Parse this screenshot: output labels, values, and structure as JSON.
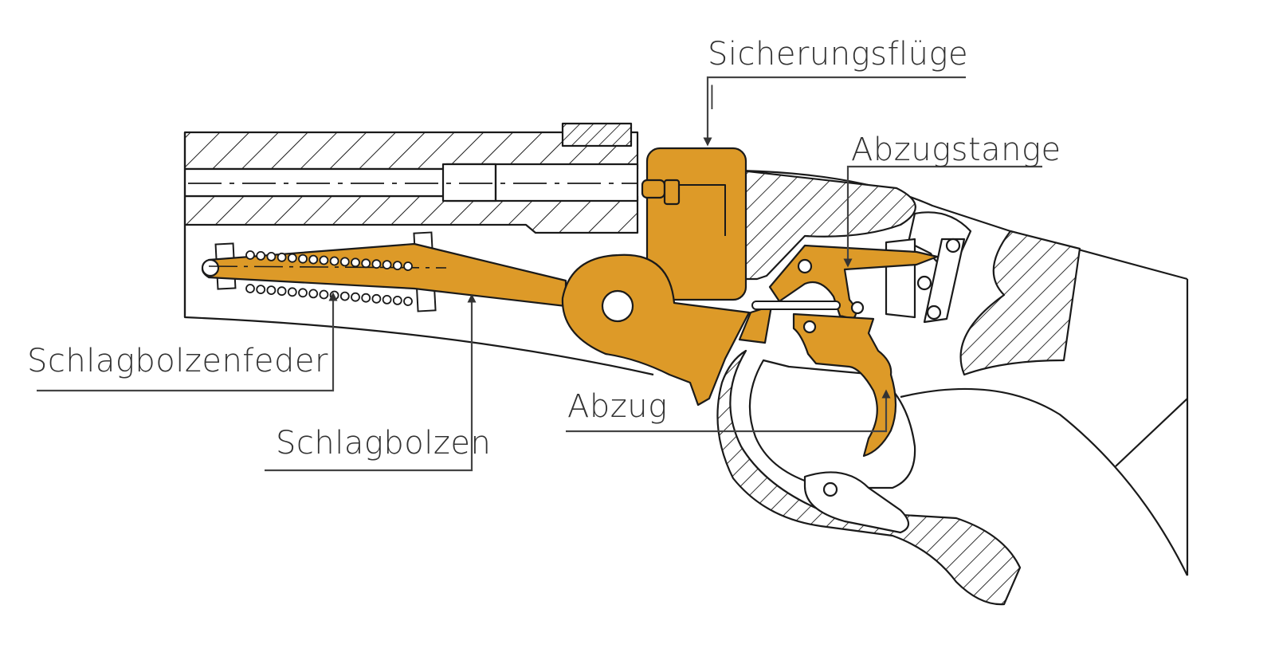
{
  "labels": {
    "sicherungsfluegel": "Sicherungsflüge",
    "sicherungsfluegel_cont": "l",
    "abzugstange": "Abzugstange",
    "schlagbolzenfeder": "Schlagbolzenfeder",
    "schlagbolzen": "Schlagbolzen",
    "abzug": "Abzug"
  },
  "colors": {
    "part_fill": "#dd9a28",
    "line": "#1a1a1a",
    "label_text": "#333333",
    "callout_line": "#444444",
    "background": "#ffffff"
  }
}
